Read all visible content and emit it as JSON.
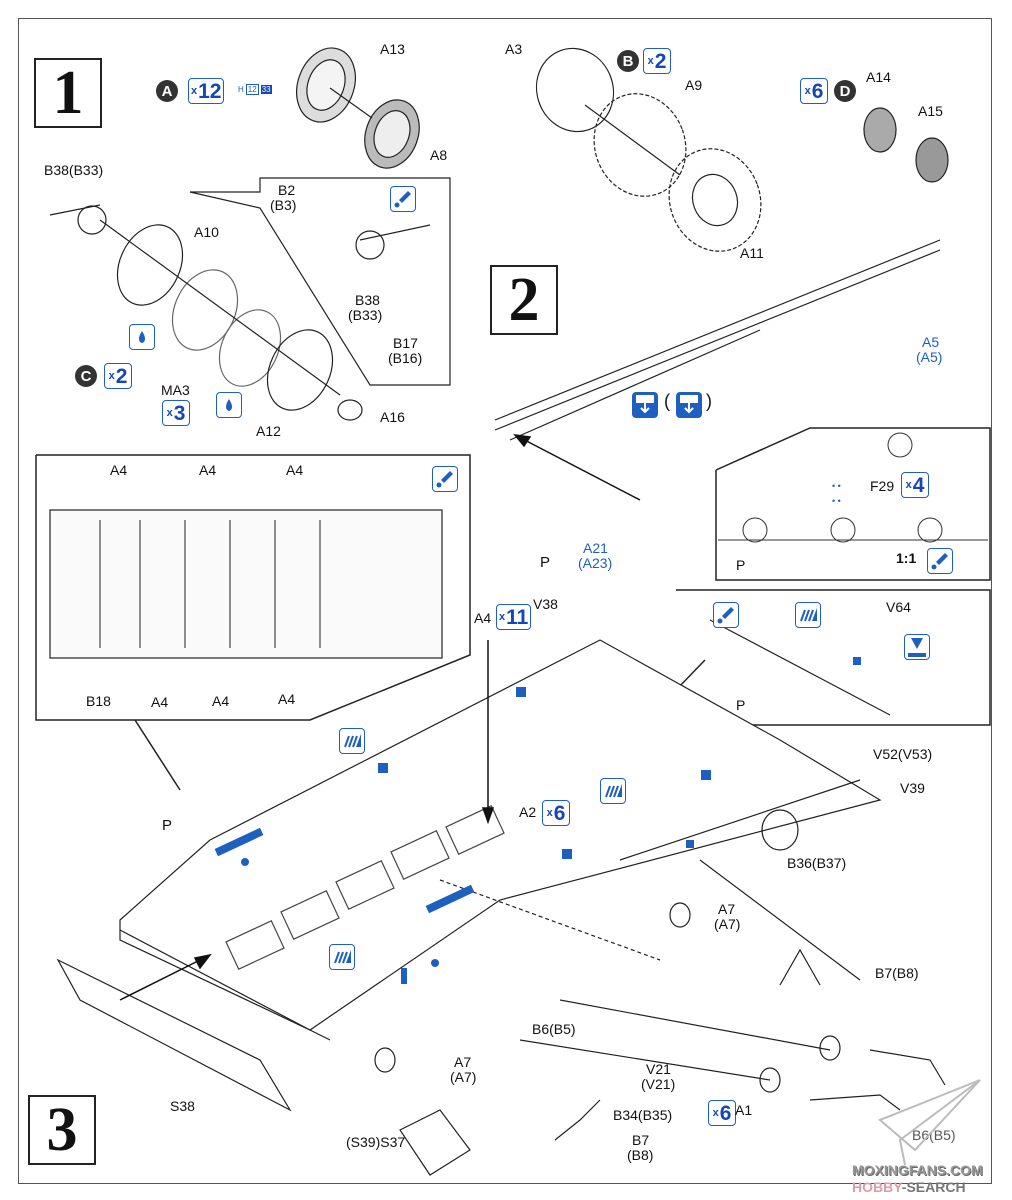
{
  "steps": [
    {
      "number": "1"
    },
    {
      "number": "2"
    },
    {
      "number": "3"
    }
  ],
  "step1": {
    "assemblies": [
      {
        "letter": "A",
        "qty": "12"
      },
      {
        "letter": "C",
        "qty": "2"
      }
    ],
    "paint_code": {
      "prefix": "H",
      "code1": "12",
      "code2": "33"
    },
    "labels": {
      "A13": "A13",
      "A8": "A8",
      "B38_B33": "B38(B33)",
      "A10": "A10",
      "B2": "B2",
      "B3": "(B3)",
      "B38": "B38",
      "B33": "(B33)",
      "B17": "B17",
      "B16": "(B16)",
      "MA3": "MA3",
      "MA3_qty": "3",
      "A12": "A12",
      "A16": "A16"
    },
    "icons": [
      "paint-brush-icon",
      "glue-drop-icon",
      "glue-drop-icon"
    ]
  },
  "step2": {
    "assemblies": [
      {
        "letter": "B",
        "qty": "2"
      },
      {
        "letter": "D",
        "qty": "6"
      }
    ],
    "labels": {
      "A3": "A3",
      "A9": "A9",
      "A11": "A11",
      "A14": "A14",
      "A15": "A15",
      "A5": "A5",
      "A5_alt": "(A5)",
      "A21": "A21",
      "A23": "(A23)",
      "P": "P",
      "paren_open": "(",
      "paren_close": ")"
    },
    "detail": {
      "F29": "F29",
      "F29_qty": "4",
      "P": "P",
      "scale": "1:1"
    }
  },
  "step3": {
    "top_view_labels": {
      "top": [
        "A4",
        "A4",
        "A4"
      ],
      "bottom": [
        "B18",
        "A4",
        "A4",
        "A4"
      ]
    },
    "detail": {
      "V64": "V64",
      "P": "P"
    },
    "labels": {
      "A4": "A4",
      "A4_qty": "11",
      "V38": "V38",
      "A2": "A2",
      "A2_qty": "6",
      "P": "P",
      "V52": "V52(V53)",
      "V39": "V39",
      "B36": "B36(B37)",
      "A7a": "A7",
      "A7a_alt": "(A7)",
      "B7a": "B7(B8)",
      "B6": "B6(B5)",
      "A7b": "A7",
      "A7b_alt": "(A7)",
      "V21": "V21",
      "V21_alt": "(V21)",
      "B34": "B34(B35)",
      "B7b": "B7",
      "B8b": "(B8)",
      "S38": "S38",
      "S37": "(S39)S37",
      "A1": "A1",
      "A1_qty": "6",
      "B36b": "B6(B5)"
    }
  },
  "watermark": {
    "line1": "MOXINGFANS.COM",
    "line2a": "HOBBY",
    "line2b": "-SEARCH"
  },
  "colors": {
    "accent": "#1f5fbf",
    "accent_dark": "#1446b8",
    "ink": "#111111"
  }
}
